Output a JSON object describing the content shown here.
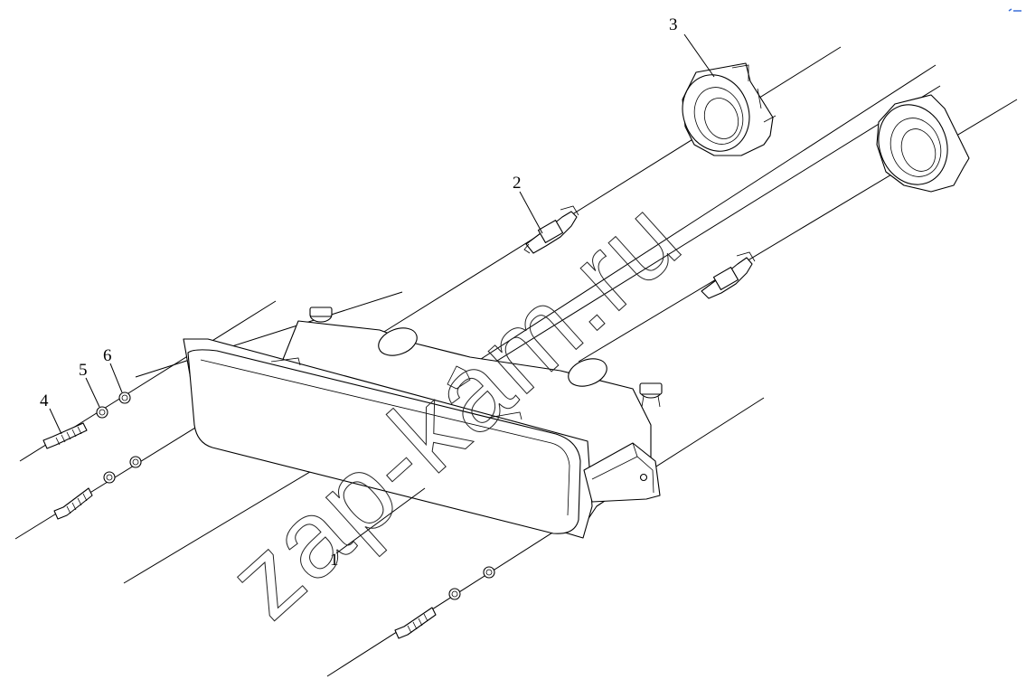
{
  "callouts": {
    "housing": "1",
    "bulb": "2",
    "cap": "3",
    "bolt": "4",
    "washer_small": "5",
    "washer_large": "6"
  },
  "watermark": "zap-kam.ru",
  "colors": {
    "line": "#000000",
    "background": "#ffffff",
    "corner_mark": "#3a6fd8"
  }
}
